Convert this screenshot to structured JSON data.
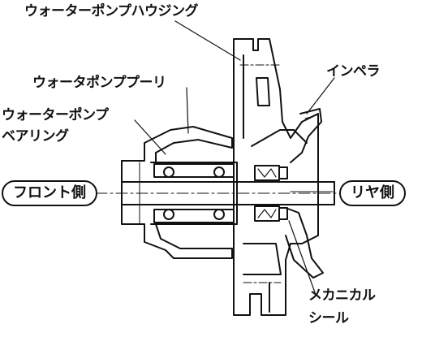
{
  "labels": {
    "housing": "ウォーターポンプハウジング",
    "pulley": "ウォータポンププーリ",
    "bearing_line1": "ウォーターポンプ",
    "bearing_line2": "ベアリング",
    "impeller": "インペラ",
    "seal_line1": "メカニカル",
    "seal_line2": "シール"
  },
  "sides": {
    "front": "フロント側",
    "rear": "リヤ側"
  }
}
